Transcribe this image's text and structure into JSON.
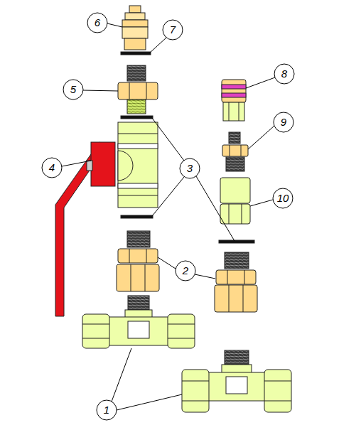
{
  "diagram": {
    "labels": [
      "6",
      "7",
      "8",
      "5",
      "9",
      "4",
      "3",
      "10",
      "2",
      "1"
    ]
  }
}
